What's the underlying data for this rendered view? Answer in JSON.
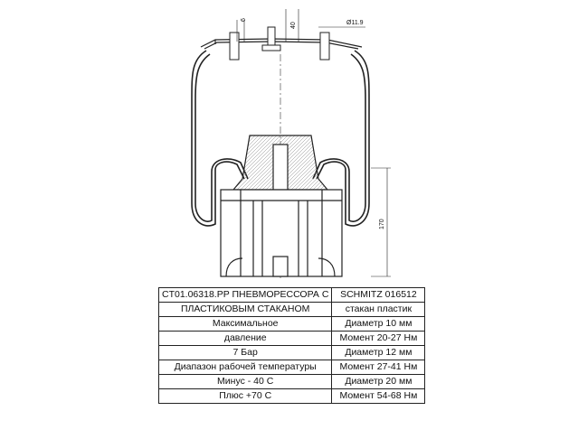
{
  "drawing": {
    "dimensions": {
      "thickness": "6",
      "stud_height": "40",
      "stud_diameter": "Ø11.9",
      "height": "170"
    }
  },
  "table": {
    "rows": [
      [
        "CT01.06318.PP ПНЕВМОРЕССОРА С",
        "SCHMITZ 016512"
      ],
      [
        "ПЛАСТИКОВЫМ СТАКАНОМ",
        "стакан пластик"
      ],
      [
        "Максимальное",
        "Диаметр 10 мм"
      ],
      [
        "давление",
        "Момент 20-27 Нм"
      ],
      [
        "7 Бар",
        "Диаметр 12 мм"
      ],
      [
        "Диапазон рабочей температуры",
        "Момент 27-41 Нм"
      ],
      [
        "Минус - 40 С",
        "Диаметр 20 мм"
      ],
      [
        "Плюс +70 С",
        "Момент 54-68 Нм"
      ]
    ]
  }
}
